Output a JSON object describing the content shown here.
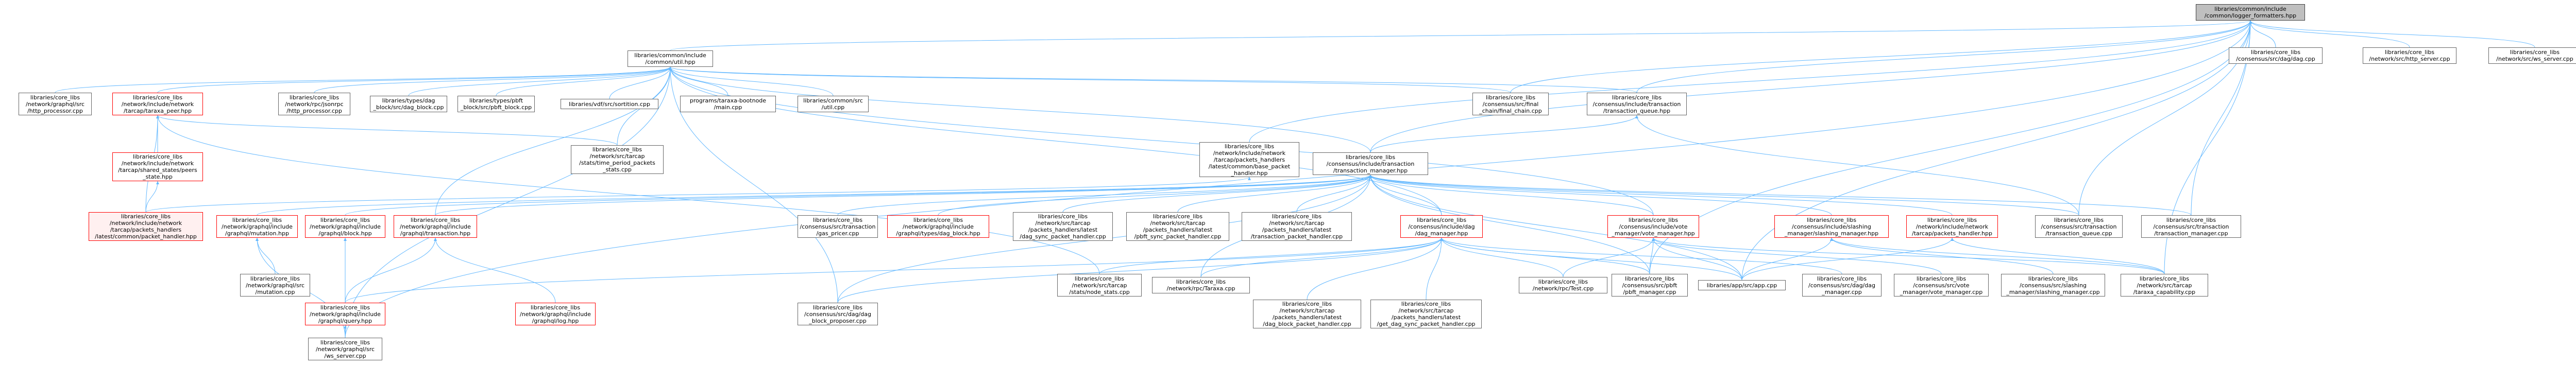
{
  "nodes": {
    "root": "libraries/common/include\n/common/logger_formatters.hpp",
    "dag_cpp": "libraries/core_libs\n/consensus/src/dag/dag.cpp",
    "http_server": "libraries/core_libs\n/network/src/http_server.cpp",
    "ws_server": "libraries/core_libs\n/network/src/ws_server.cpp",
    "util_hpp": "libraries/common/include\n/common/util.hpp",
    "http_processor": "libraries/core_libs\n/network/graphql/src\n/http_processor.cpp",
    "peer_hpp": "libraries/core_libs\n/network/include/network\n/tarcap/taraxa_peer.hpp",
    "rpc_http_processor": "libraries/core_libs\n/network/rpc/jsonrpc\n/http_processor.cpp",
    "dag_block_cpp": "libraries/types/dag\n_block/src/dag_block.cpp",
    "pbft_block_cpp": "libraries/types/pbft\n_block/src/pbft_block.cpp",
    "vdf_sortition": "libraries/vdf/src/sortition.cpp",
    "taraxa_bootnode": "programs/taraxa-bootnode\n/main.cpp",
    "util_cpp": "libraries/common/src\n/util.cpp",
    "final_chain": "libraries/core_libs\n/consensus/src/final\n_chain/final_chain.cpp",
    "tx_queue_hpp": "libraries/core_libs\n/consensus/include/transaction\n/transaction_queue.hpp",
    "shared_states": "libraries/core_libs\n/network/include/network\n/tarcap/shared_states/peers\n_state.hpp",
    "time_period": "libraries/core_libs\n/network/src/tarcap\n/stats/time_period_packets\n_stats.cpp",
    "packet_handler_hpp": "libraries/core_libs\n/network/include/network\n/tarcap/packets_handlers\n/latest/common/base_packet\n_handler.hpp",
    "tx_manager_hpp": "libraries/core_libs\n/consensus/include/transaction\n/transaction_manager.hpp",
    "common_packet_handler": "libraries/core_libs\n/network/include/network\n/tarcap/packets_handlers\n/latest/common/packet_handler.hpp",
    "graphql_mutation_hpp": "libraries/core_libs\n/network/graphql/include\n/graphql/mutation.hpp",
    "graphql_block_hpp": "libraries/core_libs\n/network/graphql/include\n/graphql/block.hpp",
    "graphql_tx_hpp": "libraries/core_libs\n/network/graphql/include\n/graphql/transaction.hpp",
    "gas_pricer": "libraries/core_libs\n/consensus/src/transaction\n/gas_pricer.cpp",
    "graphql_dag_block": "libraries/core_libs\n/network/graphql/include\n/graphql/types/dag_block.hpp",
    "dag_sync_handler": "libraries/core_libs\n/network/src/tarcap\n/packets_handlers/latest\n/dag_sync_packet_handler.cpp",
    "pbft_sync_handler": "libraries/core_libs\n/network/src/tarcap\n/packets_handlers/latest\n/pbft_sync_packet_handler.cpp",
    "tx_packet_handler": "libraries/core_libs\n/network/src/tarcap\n/packets_handlers/latest\n/transaction_packet_handler.cpp",
    "dag_manager_hpp": "libraries/core_libs\n/consensus/include/dag\n/dag_manager.hpp",
    "vote_manager_hpp": "libraries/core_libs\n/consensus/include/vote\n_manager/vote_manager.hpp",
    "slashing_manager_hpp": "libraries/core_libs\n/consensus/include/slashing\n_manager/slashing_manager.hpp",
    "packets_handler_hpp": "libraries/core_libs\n/network/include/network\n/tarcap/packets_handler.hpp",
    "tx_queue_cpp": "libraries/core_libs\n/consensus/src/transaction\n/transaction_queue.cpp",
    "tx_manager_cpp": "libraries/core_libs\n/consensus/src/transaction\n/transaction_manager.cpp",
    "mutation_cpp": "libraries/core_libs\n/network/graphql/src\n/mutation.cpp",
    "graphql_query_hpp": "libraries/core_libs\n/network/graphql/include\n/graphql/query.hpp",
    "graphql_log_hpp": "libraries/core_libs\n/network/graphql/include\n/graphql/log.hpp",
    "dag_block_proposer": "libraries/core_libs\n/consensus/src/dag/dag\n_block_proposer.cpp",
    "stats_node": "libraries/core_libs\n/network/src/tarcap\n/stats/node_stats.cpp",
    "rpc_taraxa": "libraries/core_libs\n/network/rpc/Taraxa.cpp",
    "dag_block_handler": "libraries/core_libs\n/network/src/tarcap\n/packets_handlers/latest\n/dag_block_packet_handler.cpp",
    "get_dag_sync_handler": "libraries/core_libs\n/network/src/tarcap\n/packets_handlers/latest\n/get_dag_sync_packet_handler.cpp",
    "rpc_test": "libraries/core_libs\n/network/rpc/Test.cpp",
    "pbft_manager": "libraries/core_libs\n/consensus/src/pbft\n/pbft_manager.cpp",
    "app_cpp": "libraries/app/src/app.cpp",
    "dag_manager_cpp": "libraries/core_libs\n/consensus/src/dag/dag\n_manager.cpp",
    "vote_manager_cpp": "libraries/core_libs\n/consensus/src/vote\n_manager/vote_manager.cpp",
    "slashing_manager_cpp": "libraries/core_libs\n/consensus/src/slashing\n_manager/slashing_manager.cpp",
    "taraxa_capability": "libraries/core_libs\n/network/src/tarcap\n/taraxa_capability.cpp",
    "ws_server_gql": "libraries/core_libs\n/network/graphql/src\n/ws_server.cpp"
  },
  "colors": {
    "edge": "#63b8ff",
    "border_default": "#666666",
    "border_highlight": "#ff0000",
    "root_fill": "#bfbfbf"
  }
}
